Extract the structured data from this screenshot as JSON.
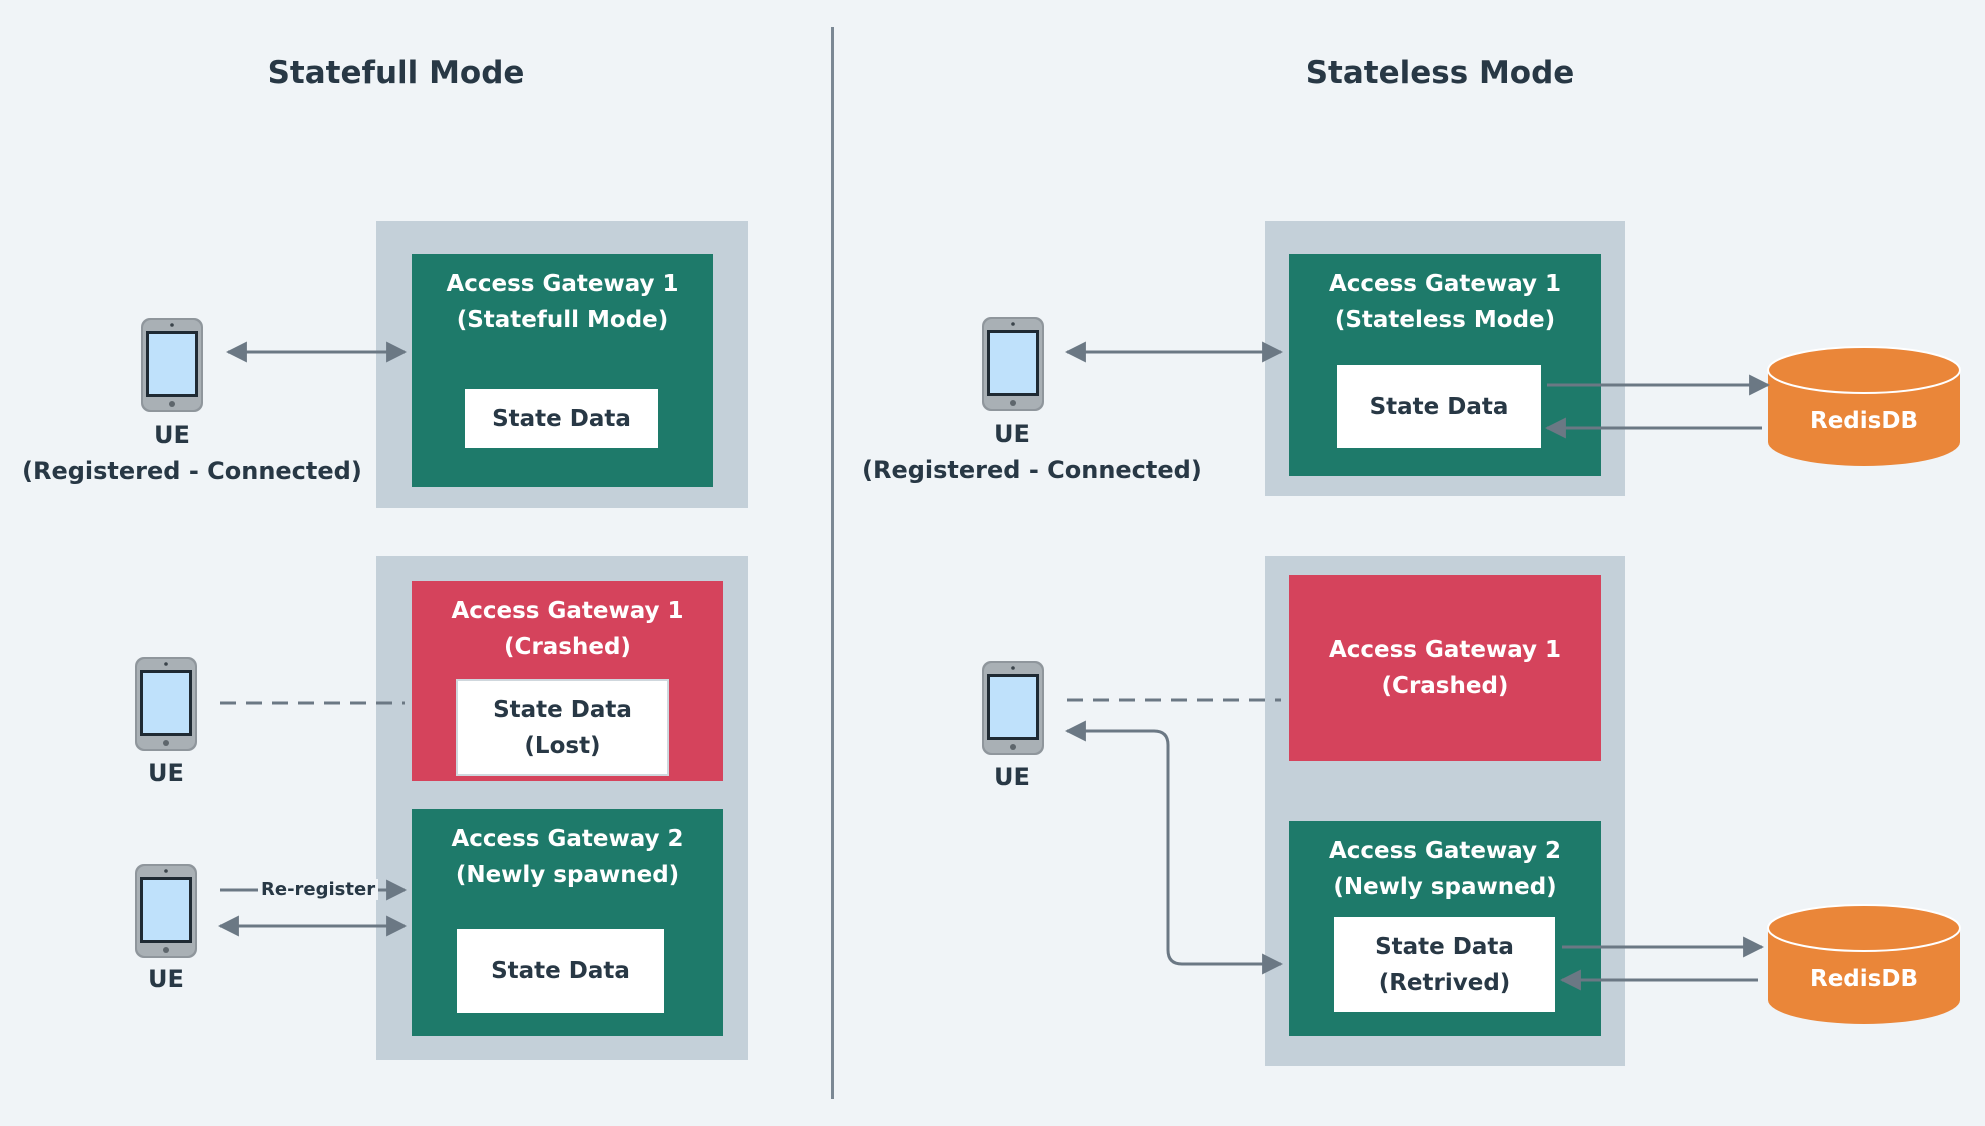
{
  "left": {
    "title": "Statefull Mode",
    "top": {
      "gateway_line1": "Access Gateway 1",
      "gateway_line2": "(Statefull Mode)",
      "state": "State Data",
      "ue_label": "UE",
      "ue_status": "(Registered - Connected)"
    },
    "bottom": {
      "gw1_line1": "Access Gateway 1",
      "gw1_line2": "(Crashed)",
      "state1_line1": "State Data",
      "state1_line2": "(Lost)",
      "gw2_line1": "Access Gateway 2",
      "gw2_line2": "(Newly spawned)",
      "state2": "State Data",
      "ue1_label": "UE",
      "ue2_label": "UE",
      "reregister": "Re-register"
    }
  },
  "right": {
    "title": "Stateless Mode",
    "top": {
      "gateway_line1": "Access Gateway 1",
      "gateway_line2": "(Stateless Mode)",
      "state": "State Data",
      "ue_label": "UE",
      "ue_status": "(Registered - Connected)",
      "db": "RedisDB"
    },
    "bottom": {
      "gw1_line1": "Access Gateway 1",
      "gw1_line2": "(Crashed)",
      "gw2_line1": "Access Gateway 2",
      "gw2_line2": "(Newly spawned)",
      "state_line1": "State Data",
      "state_line2": "(Retrived)",
      "ue_label": "UE",
      "db": "RedisDB"
    }
  },
  "colors": {
    "background": "#f0f4f7",
    "gateway_ok": "#1e7a6a",
    "gateway_crashed": "#d5435c",
    "container": "#c4d0d9",
    "redis": "#ea8639",
    "arrow": "#6b7884"
  },
  "icons": [
    "phone-icon",
    "database-icon"
  ]
}
